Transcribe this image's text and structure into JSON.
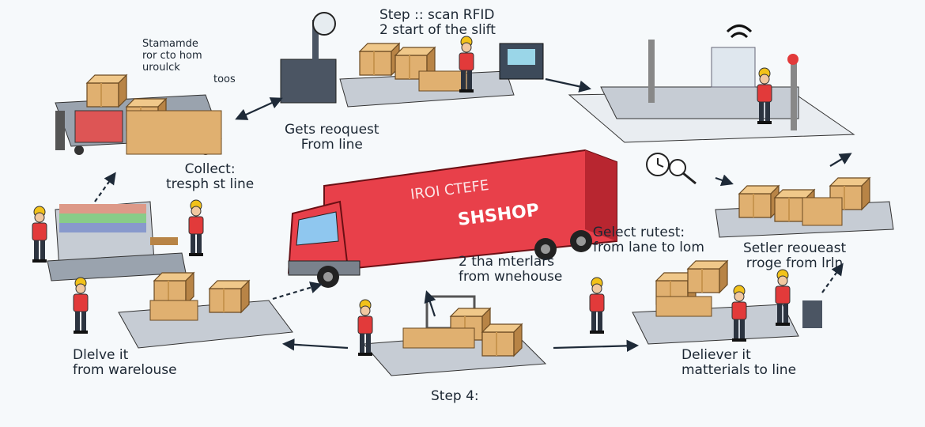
{
  "labels": {
    "step_top_line1": "Step :: scan RFID",
    "step_top_line2": "2 start of the slift",
    "topleft_line1": "Stamamde",
    "topleft_line2": "ror cto hom",
    "topleft_line3": "uroulck",
    "topleft_line4": "toos",
    "gets_line1": "Gets reoquest",
    "gets_line2": "From line",
    "collect_line1": "Collect:",
    "collect_line2": "tresph st line",
    "truck_top": "IROI CTEFE",
    "truck_brand": "SHSHOP",
    "select_line1": "Gelect rutest:",
    "select_line2": "from lane to lom",
    "materials_line1": "2 tha mterlars",
    "materials_line2": "from wnehouse",
    "better_line1": "Setler reoueast",
    "better_line2": "rroge from lrln",
    "deliver_left_line1": "Dlelve it",
    "deliver_left_line2": "from warelouse",
    "deliver_right_line1": "Deliever it",
    "deliver_right_line2": "matterials to line",
    "step4": "Step 4:"
  },
  "colors": {
    "truck_red": "#e8404a",
    "truck_dark_red": "#b82630",
    "box_tan": "#e0b070",
    "box_dark": "#b88446",
    "worker_shirt": "#e23a3a",
    "helmet": "#f2c21a",
    "platform_gray": "#c6ccd4",
    "arrow": "#1e2a38"
  }
}
